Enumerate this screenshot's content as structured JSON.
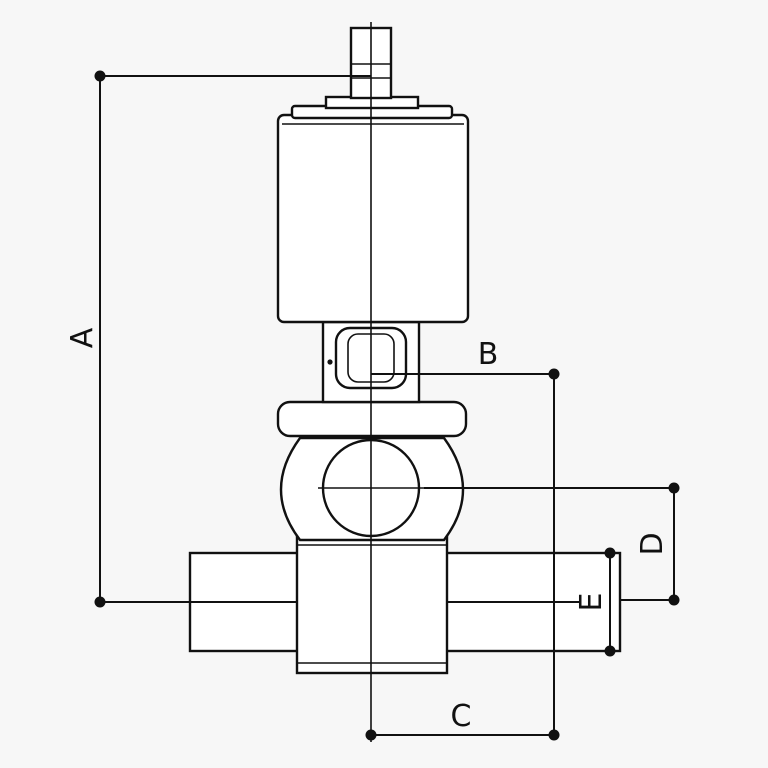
{
  "diagram": {
    "dimension_labels": {
      "A": "A",
      "B": "B",
      "C": "C",
      "D": "D",
      "E": "E"
    },
    "colors": {
      "background": "#f7f7f7",
      "line": "#111111",
      "fill": "#ffffff"
    }
  }
}
